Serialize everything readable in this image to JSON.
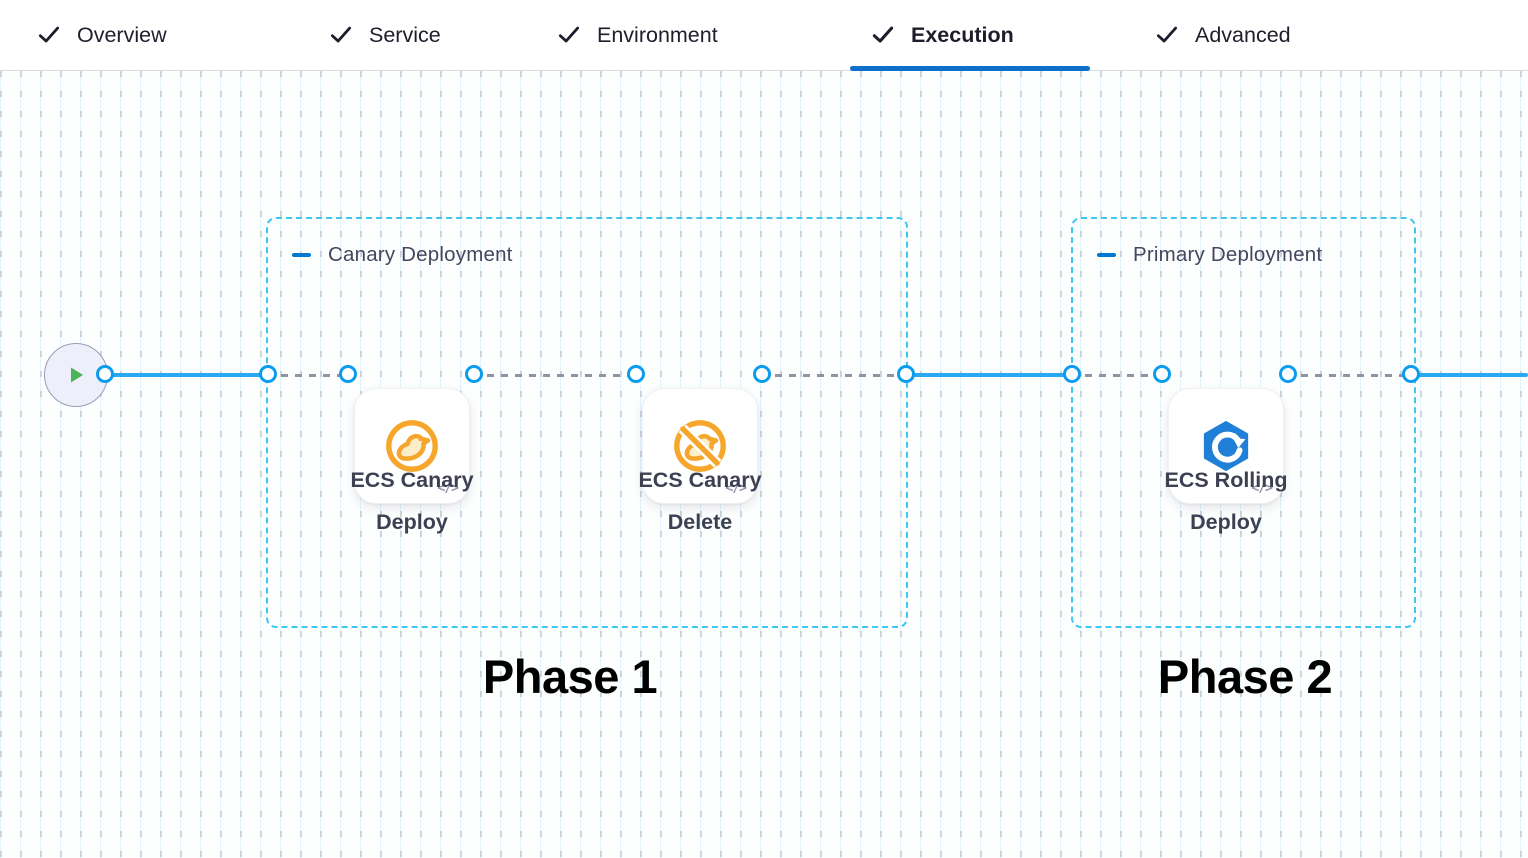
{
  "tabs": [
    {
      "label": "Overview",
      "completed": true,
      "active": false
    },
    {
      "label": "Service",
      "completed": true,
      "active": false
    },
    {
      "label": "Environment",
      "completed": true,
      "active": false
    },
    {
      "label": "Execution",
      "completed": true,
      "active": true
    },
    {
      "label": "Advanced",
      "completed": true,
      "active": false
    }
  ],
  "canvas": {
    "groups": [
      {
        "title": "Canary Deployment",
        "phase_label": "Phase 1",
        "steps": [
          {
            "name": "ECS Canary Deploy",
            "icon": "ecs-canary-deploy-icon"
          },
          {
            "name": "ECS Canary Delete",
            "icon": "ecs-canary-delete-icon"
          }
        ]
      },
      {
        "title": "Primary Deployment",
        "phase_label": "Phase 2",
        "steps": [
          {
            "name": "ECS Rolling Deploy",
            "icon": "ecs-rolling-deploy-icon"
          }
        ]
      }
    ]
  },
  "icons": {
    "code": "</>"
  },
  "colors": {
    "accent": "#0278d5",
    "underline": "#0b6fcb",
    "tab-text": "#1d1d2c",
    "title-text": "#45465e",
    "label-text": "#3d3f52",
    "connector-blue": "#27a8f0",
    "port-blue": "#0b9cf0",
    "group-border": "#3ec6f5",
    "canary-orange": "#f5a62b",
    "canary-fill": "#fdeec9",
    "ecs-blue": "#2080d8",
    "play-green": "#4cb454",
    "grid-line": "#e2f3fb",
    "grid-dash": "#c9ced8"
  }
}
